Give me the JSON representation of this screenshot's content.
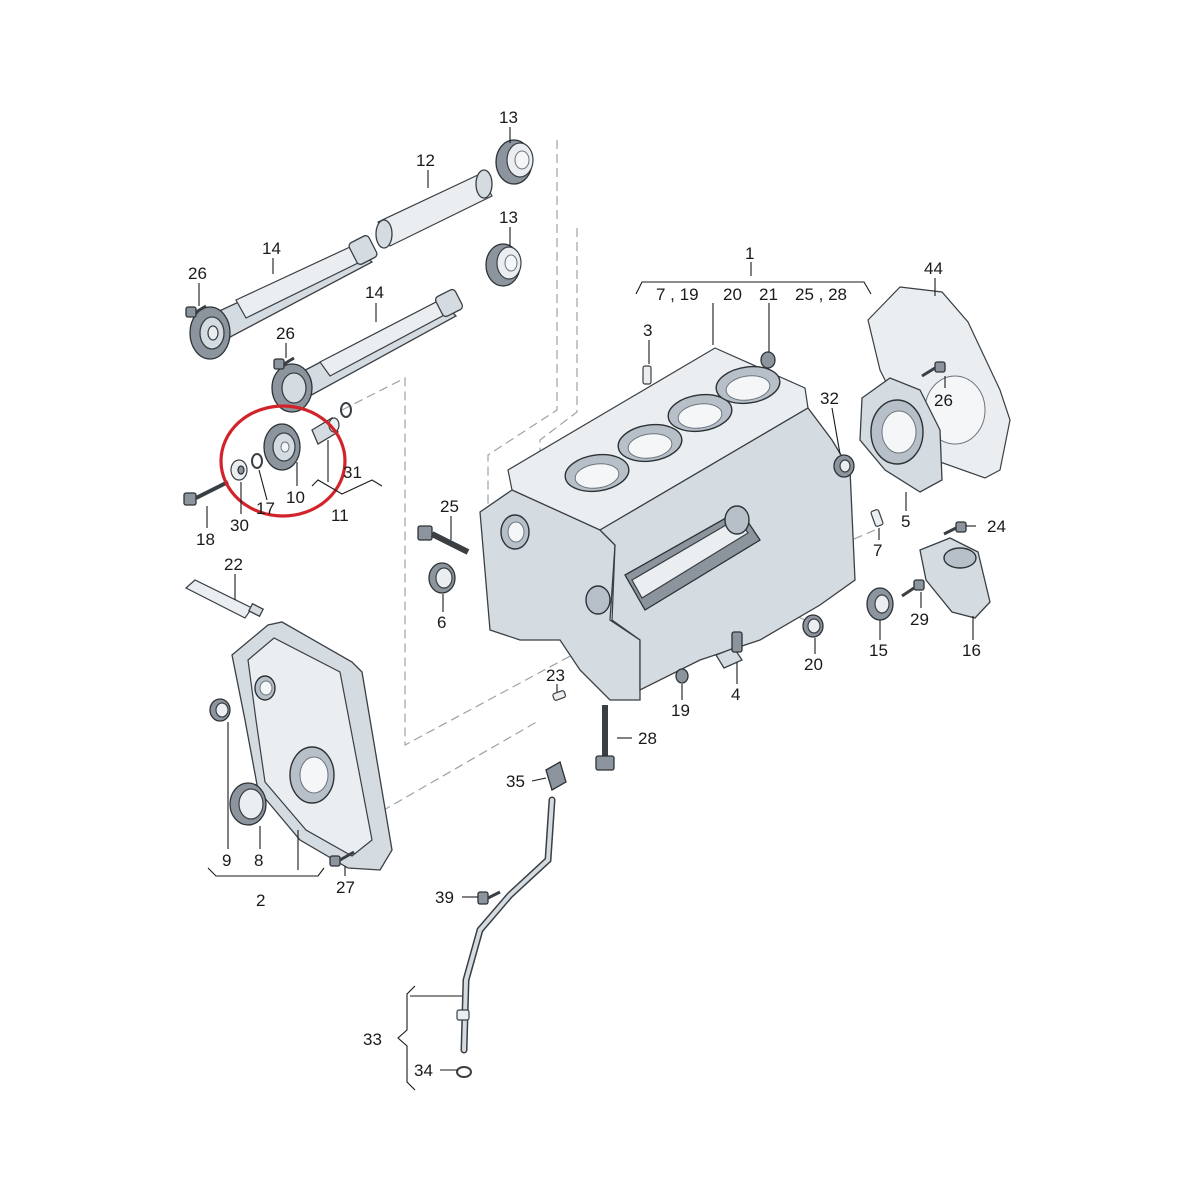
{
  "labels": {
    "p1": "1",
    "p1_sub_a": "7 , 19",
    "p1_sub_b": "20",
    "p1_sub_c": "21",
    "p1_sub_d": "25 , 28",
    "p2": "2",
    "p3": "3",
    "p4": "4",
    "p5": "5",
    "p6": "6",
    "p7": "7",
    "p8": "8",
    "p9": "9",
    "p10": "10",
    "p11": "11",
    "p12": "12",
    "p13a": "13",
    "p13b": "13",
    "p14a": "14",
    "p14b": "14",
    "p15": "15",
    "p16": "16",
    "p17": "17",
    "p18": "18",
    "p19": "19",
    "p20": "20",
    "p22": "22",
    "p23": "23",
    "p24": "24",
    "p25": "25",
    "p26a": "26",
    "p26b": "26",
    "p26c": "26",
    "p27": "27",
    "p28": "28",
    "p29": "29",
    "p30": "30",
    "p31": "31",
    "p32": "32",
    "p33": "33",
    "p34": "34",
    "p35": "35",
    "p39": "39",
    "p44": "44"
  },
  "highlight": {
    "color": "#d2232a",
    "encloses": [
      "10",
      "17",
      "30"
    ]
  },
  "colors": {
    "part_fill": "#d4dbe1",
    "outline": "#3a3f44",
    "label": "#1a1a1a",
    "guide_dashes": "#9aa3ab"
  }
}
